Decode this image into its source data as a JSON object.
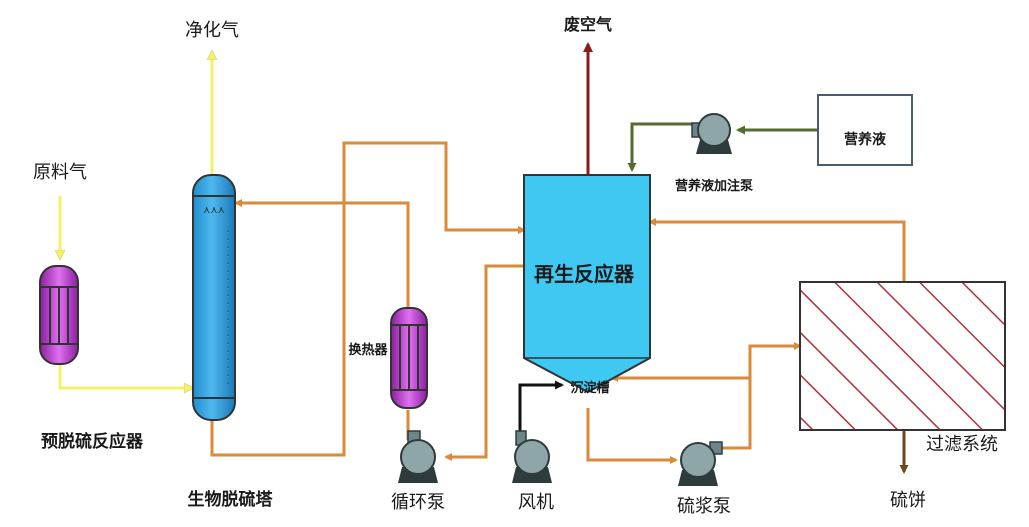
{
  "labels": {
    "purified_gas": "净化气",
    "feed_gas": "原料气",
    "pre_desulfurization_reactor": "预脱硫反应器",
    "bio_desulfurization_tower": "生物脱硫塔",
    "heat_exchanger": "换热器",
    "circulation_pump": "循环泵",
    "fan": "风机",
    "waste_air": "废空气",
    "regeneration_reactor": "再生反应器",
    "settling_tank": "沉淀槽",
    "nutrient_solution": "营养液",
    "nutrient_pump": "营养液加注泵",
    "sulfur_slurry_pump": "硫浆泵",
    "filtration_system": "过滤系统",
    "sulfur_cake": "硫饼"
  },
  "colors": {
    "gas_line": "#f5f06a",
    "liquid_line": "#d98a3a",
    "waste_air_line": "#8b1a1a",
    "nutrient_line": "#556b2f",
    "vessel_fill": "#3fc8f2",
    "exchanger_fill": "#c43fd4",
    "pump_fill": "#8fa6a8",
    "filter_hatch": "#b0303a"
  }
}
